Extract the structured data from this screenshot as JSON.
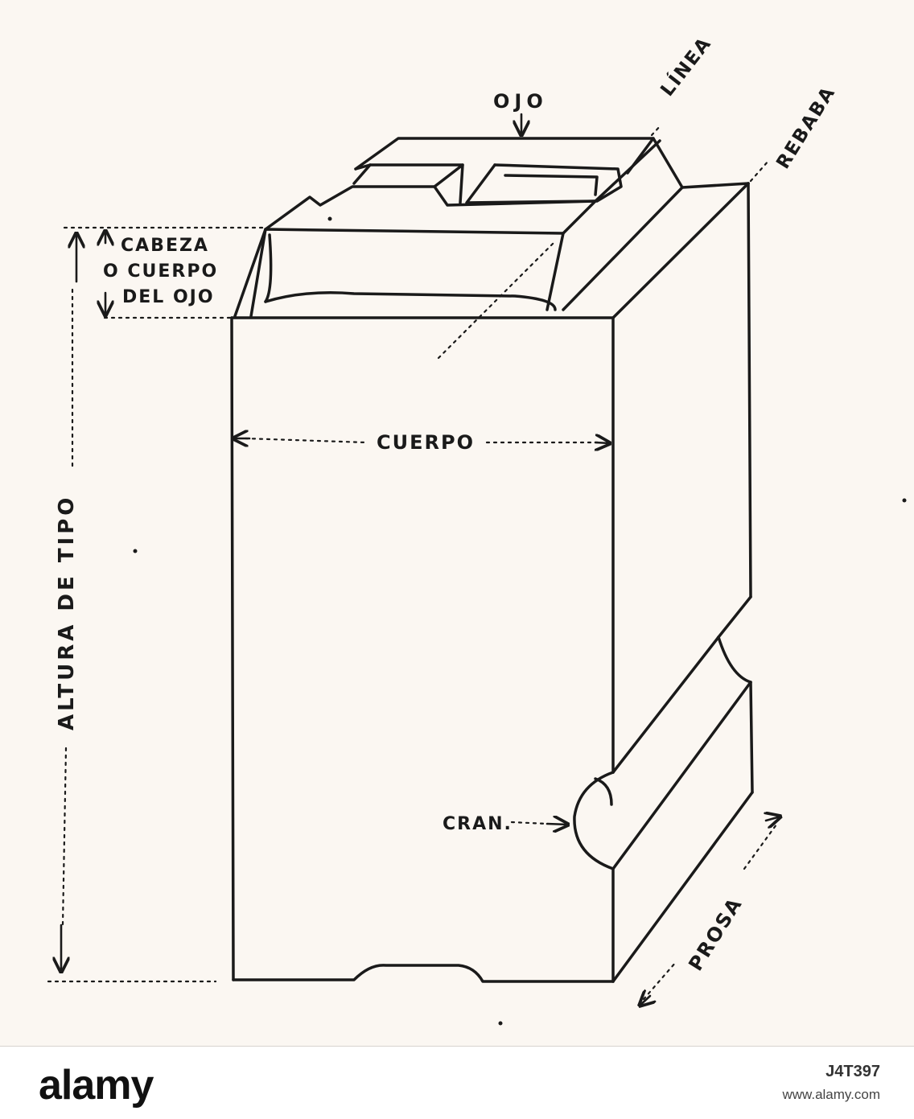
{
  "labels": {
    "ojo": "OJO",
    "linea": "LÍNEA",
    "rebaba": "REBABA",
    "cabeza_line1": "CABEZA",
    "cabeza_line2": "O CUERPO",
    "cabeza_line3": "DEL OJO",
    "cuerpo": "CUERPO",
    "altura": "ALTURA DE TIPO",
    "cran": "CRAN.",
    "prosa": "PROSA"
  },
  "footer": {
    "logo": "alamy",
    "image_id": "J4T397",
    "site": "www.alamy.com"
  },
  "colors": {
    "ink": "#1a1a1a",
    "paper": "#fbf7f2"
  }
}
